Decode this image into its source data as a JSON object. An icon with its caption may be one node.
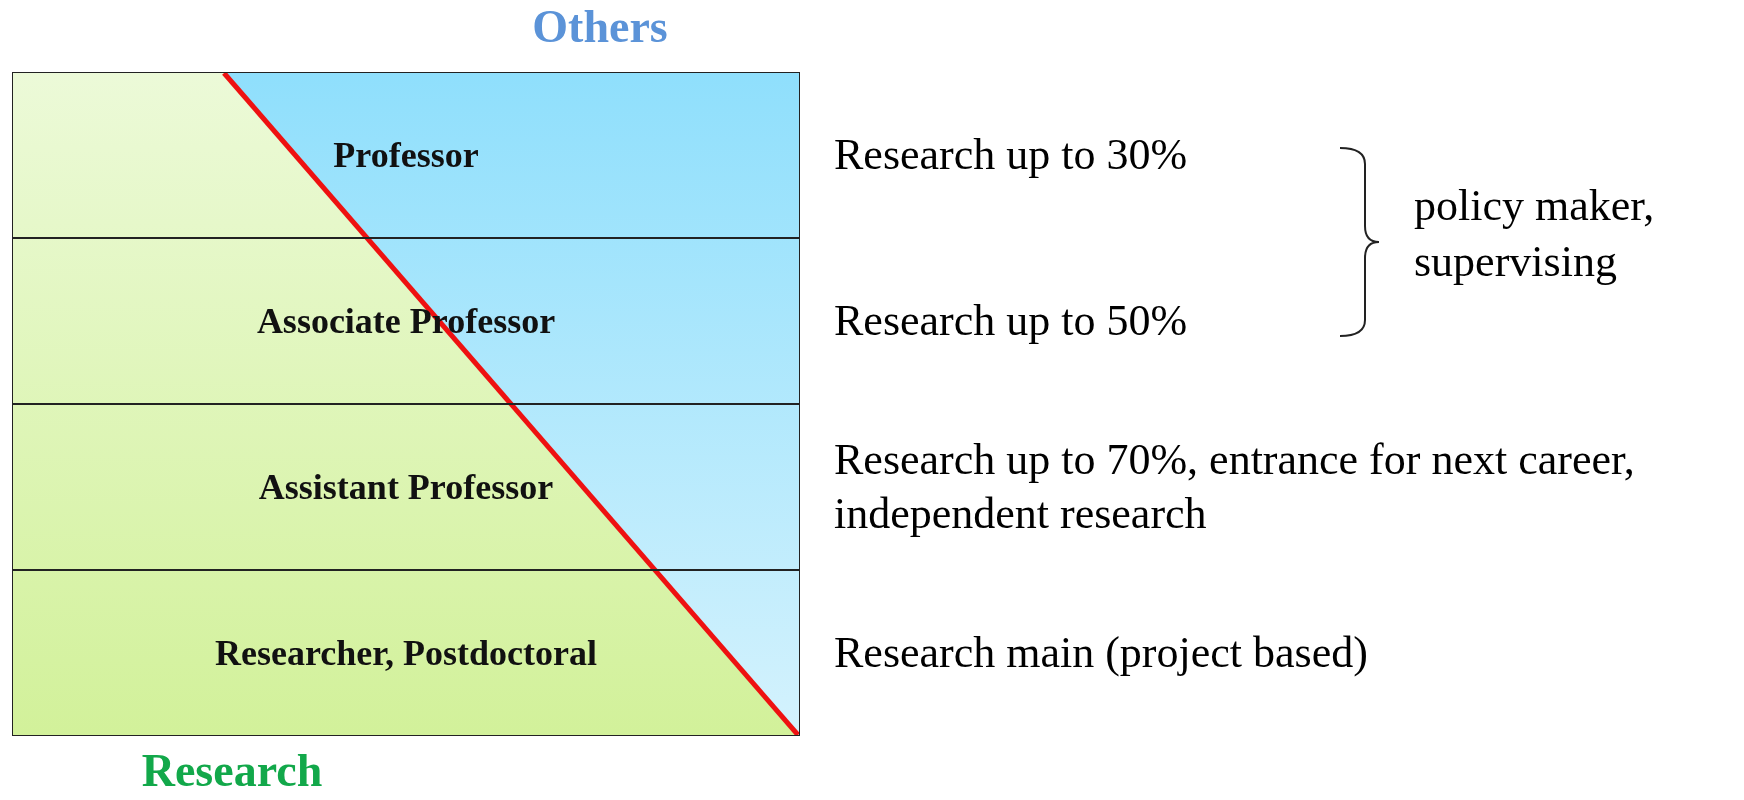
{
  "diagram": {
    "nodes": [
      {
        "text": [
          "Professor"
        ],
        "beside": [
          "Research up to 30%"
        ]
      },
      {
        "text": [
          "Associate Professor"
        ],
        "beside": [
          "Research up to 50%"
        ]
      },
      {
        "text": [
          "Assistant Professor"
        ],
        "beside": [
          "Research up to 70%, entrance for next career, independent research"
        ]
      },
      {
        "text": [
          "Researcher, Postdoctoral"
        ],
        "beside": [
          "Research main (project based)"
        ]
      }
    ],
    "labels": [
      "Others",
      "policy maker, supervising",
      "Research"
    ]
  }
}
